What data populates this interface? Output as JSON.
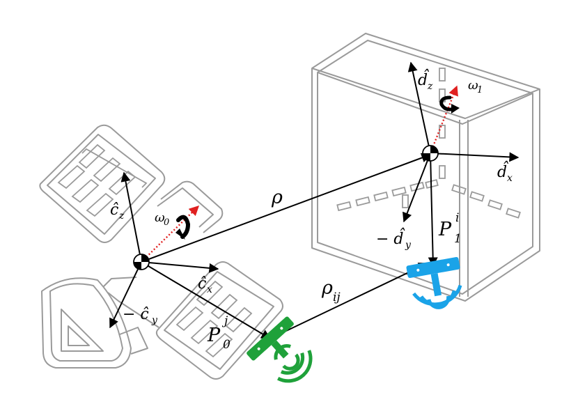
{
  "labels": {
    "rho": "ρ",
    "rho_ij_base": "ρ",
    "rho_ij_sub": "ij",
    "p0_base": "P",
    "p0_sub": "0",
    "p0_sup": "j",
    "p1_base": "P",
    "p1_sub": "1",
    "p1_sup": "i",
    "omega0_base": "ω",
    "omega0_sub": "0",
    "omega1_base": "ω",
    "omega1_sub": "1",
    "cz_base": "ĉ",
    "cz_sub": "z",
    "cx_base": "ĉ",
    "cx_sub": "x",
    "cy_base": "− ĉ",
    "cy_sub": "y",
    "dz_base": "d̂",
    "dz_sub": "z",
    "dx_base": "d̂",
    "dx_sub": "x",
    "dy_base": "− d̂",
    "dy_sub": "y"
  },
  "colors": {
    "outline": "#9a9a9a",
    "vector": "#000000",
    "omega_axis": "#e02020",
    "antenna_green": "#1fa13a",
    "antenna_blue": "#1aa3e8"
  },
  "icons": [
    "satellite-outline",
    "cube-frame",
    "center-of-mass-marker",
    "rotation-arrow-icon",
    "green-antenna-icon",
    "blue-antenna-icon"
  ]
}
